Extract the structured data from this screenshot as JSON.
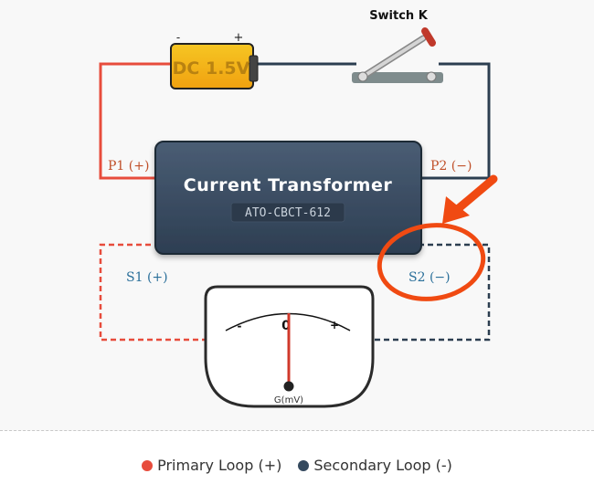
{
  "battery": {
    "label": "DC 1.5V",
    "minus": "-",
    "plus": "+"
  },
  "switch": {
    "label": "Switch K"
  },
  "transformer": {
    "title": "Current Transformer",
    "model": "ATO-CBCT-612"
  },
  "terminals": {
    "p1": "P1 (+)",
    "p2": "P2 (−)",
    "s1": "S1 (+)",
    "s2": "S2 (−)"
  },
  "meter": {
    "minus": "-",
    "zero": "0",
    "plus": "+",
    "unit": "G(mV)"
  },
  "legend": [
    {
      "label": "Primary Loop (+)",
      "color": "#e74c3c"
    },
    {
      "label": "Secondary Loop (-)",
      "color": "#34495e"
    }
  ],
  "colors": {
    "primary": "#e74c3c",
    "secondary": "#2c3e50",
    "highlight": "#f04a12",
    "terminal_text_primary": "#c0502a",
    "terminal_text_secondary": "#2a6f9a"
  }
}
